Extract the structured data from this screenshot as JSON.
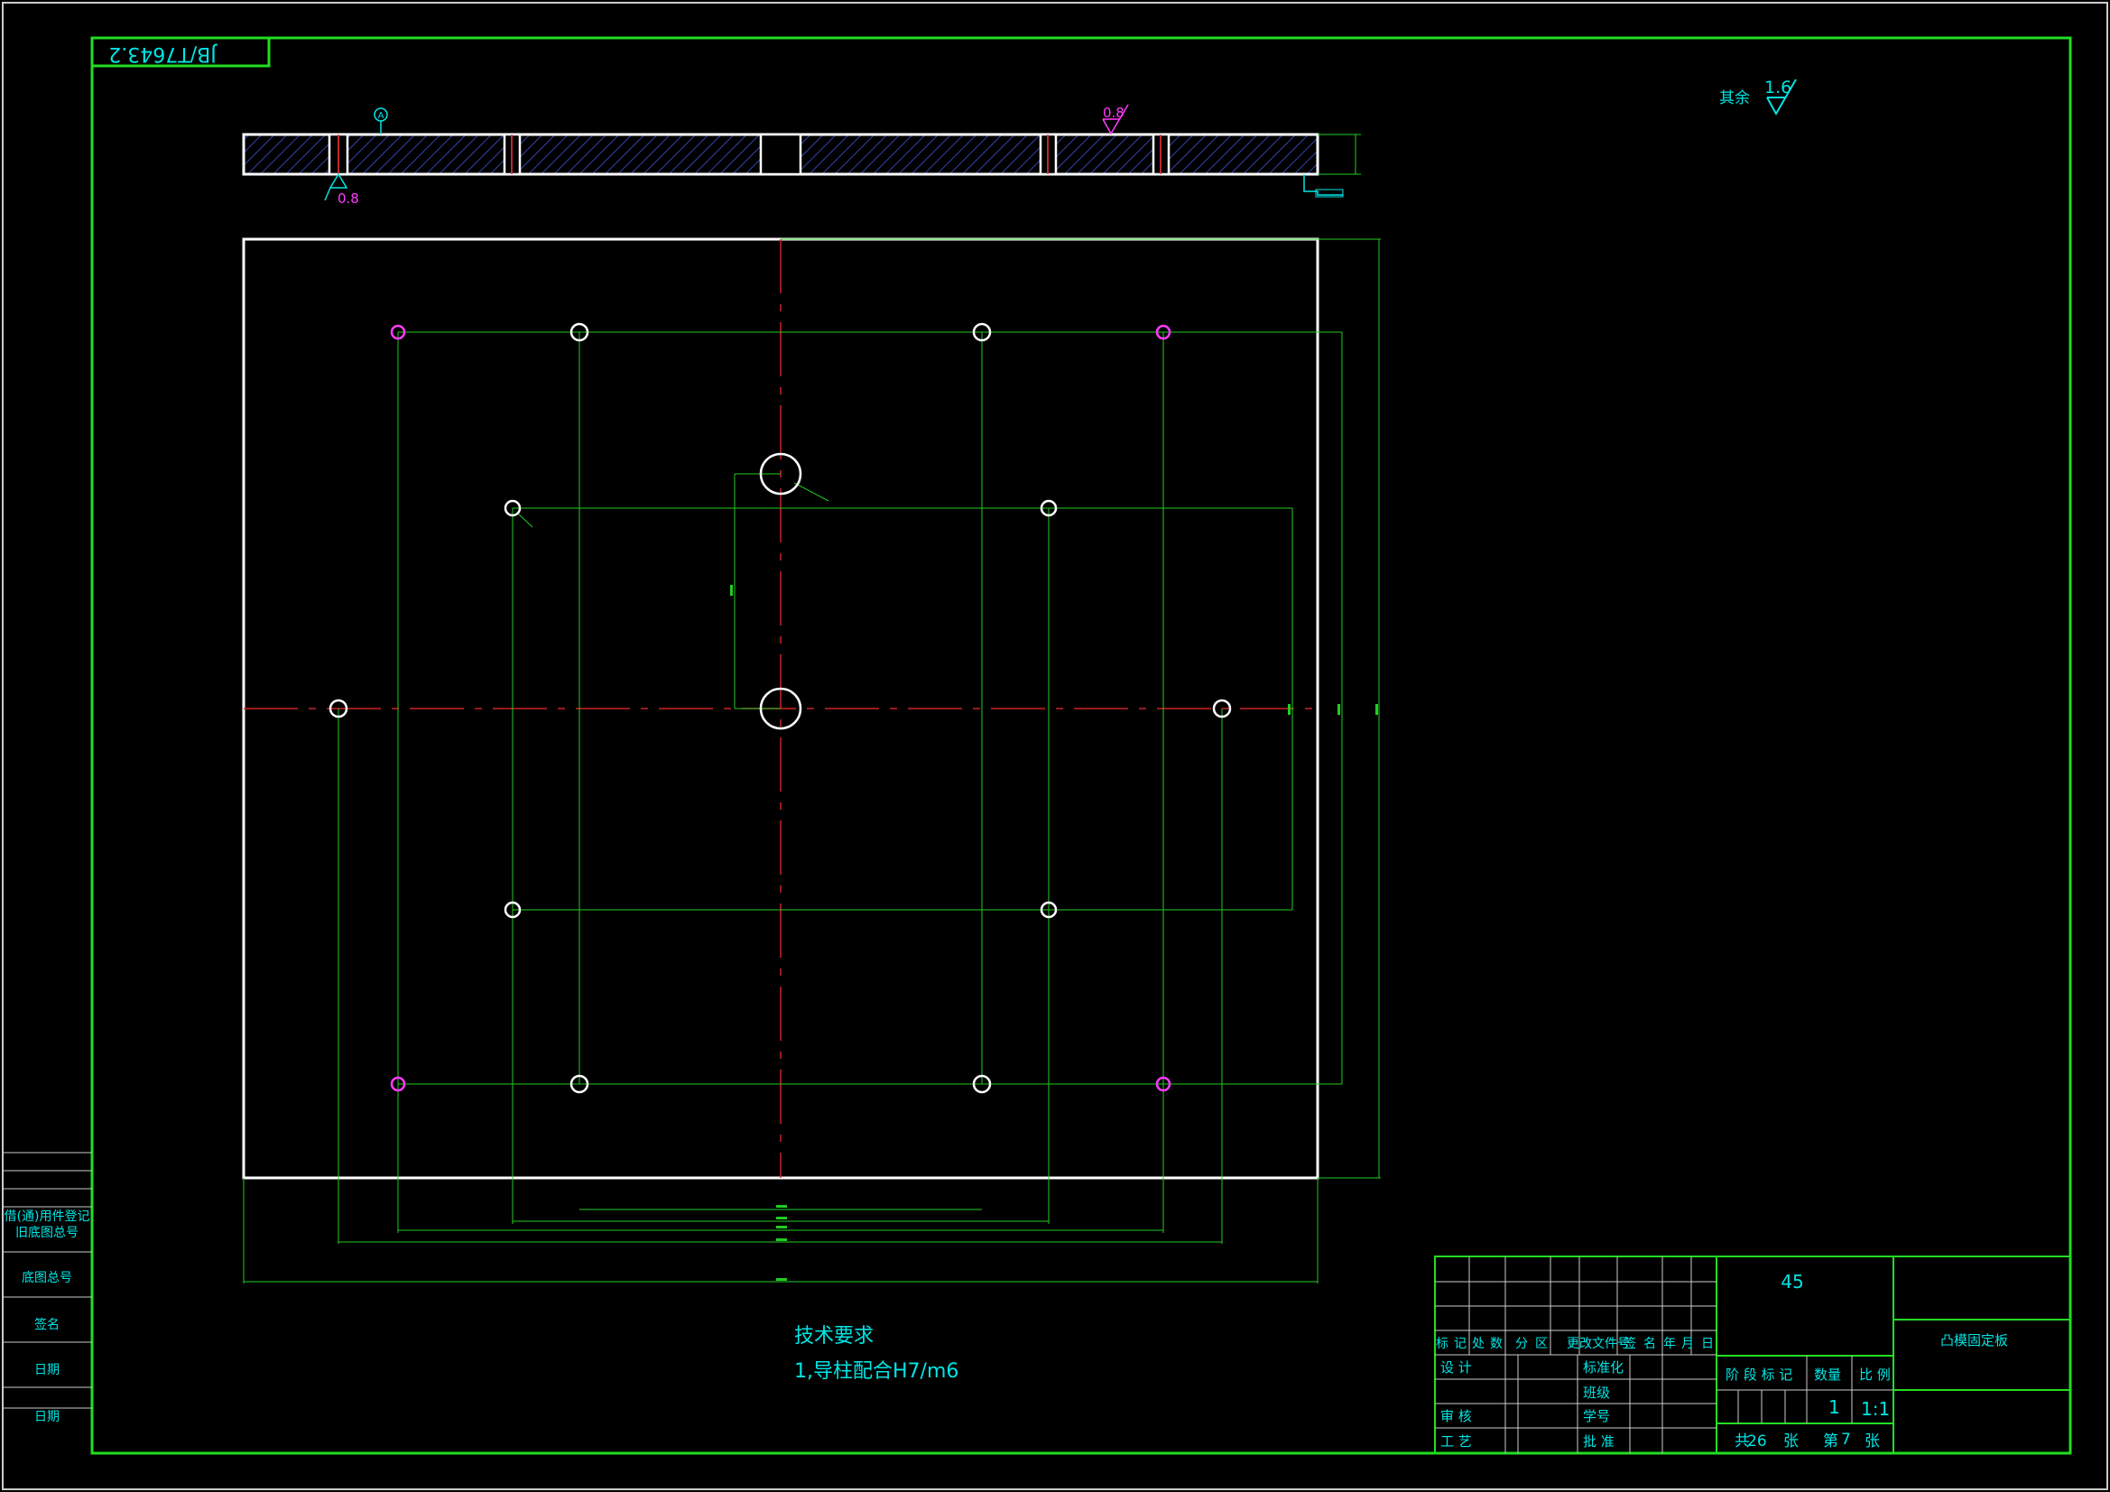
{
  "colors": {
    "background": "#000000",
    "frame": "#22dd22",
    "outline": "#ffffff",
    "dimension": "#22cc22",
    "centerline": "#cc2222",
    "text": "#00e5e5",
    "roughness": "#ff3cff",
    "hatch": "#3344aa"
  },
  "drawing_number": "JB/T7643.2",
  "general_roughness": {
    "label": "其余",
    "value": "1.6"
  },
  "section_view": {
    "datum": "A",
    "roughness_top": "0.8",
    "roughness_bottom": "0.8"
  },
  "technical_requirements": {
    "heading": "技术要求",
    "line1": "1,导柱配合H7/m6"
  },
  "left_column": {
    "row1": "借(通)用件登记",
    "row2": "旧底图总号",
    "row3": "底图总号",
    "row4": "签名",
    "row5": "日期",
    "row6": "日期"
  },
  "title_block": {
    "material": "45",
    "part_name": "凸模固定板",
    "header_labels": [
      "标",
      "记",
      "处",
      "数",
      "分",
      "区",
      "更改文件号",
      "签",
      "名",
      "年",
      "月",
      "日"
    ],
    "design": "设 计",
    "standardization": "标准化",
    "review": "审 核",
    "craft": "工 艺",
    "class_label": "班级",
    "student_id": "学号",
    "approve": "批 准",
    "stage_label": "阶 段 标 记",
    "quantity_label": "数量",
    "scale_label": "比 例",
    "quantity": "1",
    "scale": "1:1",
    "sheets_total_prefix": "共",
    "sheets_total": "26",
    "sheets_unit": "张",
    "sheet_current_prefix": "第",
    "sheet_current": "7",
    "sheet_unit2": "张"
  }
}
